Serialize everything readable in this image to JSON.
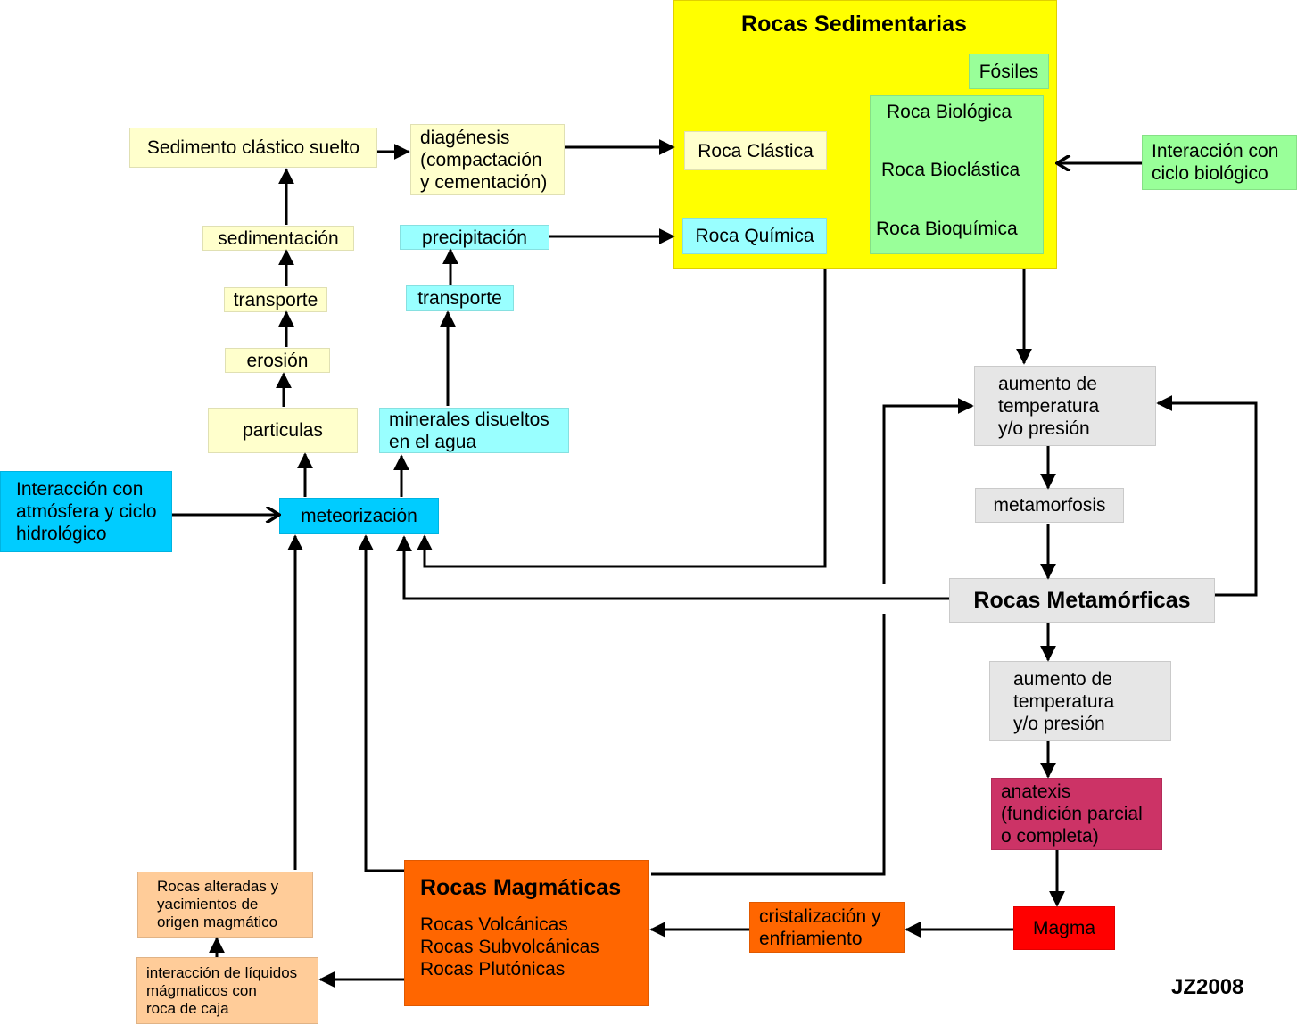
{
  "sedimentary": {
    "title": "Rocas Sedimentarias",
    "fossils": "Fósiles",
    "clastic": "Roca Clástica",
    "chemical": "Roca Química",
    "biological": "Roca Biológica",
    "bioclastic": "Roca Bioclástica",
    "biochemical": "Roca Bioquímica"
  },
  "bio_interaction": [
    "Interacción con",
    "ciclo biológico"
  ],
  "clastic_path": {
    "loose_sediment": "Sedimento clástico suelto",
    "diagenesis": [
      "diagénesis",
      "(compactación",
      "y cementación)"
    ],
    "sedimentation": "sedimentación",
    "transport": "transporte",
    "erosion": "erosión",
    "particles": "particulas"
  },
  "chemical_path": {
    "precipitation": "precipitación",
    "transport": "transporte",
    "dissolved": [
      "minerales disueltos",
      "en el agua"
    ]
  },
  "weathering": "meteorización",
  "atmosphere_interaction": [
    "Interacción con",
    "atmósfera y ciclo",
    "hidrológico"
  ],
  "metamorphic": {
    "pt1": [
      "aumento de",
      "temperatura",
      "y/o presión"
    ],
    "metamorphism": "metamorfosis",
    "title": "Rocas Metamórficas",
    "pt2": [
      "aumento de",
      "temperatura",
      "y/o presión"
    ],
    "anatexis": [
      "anatexis",
      "(fundición parcial",
      "o completa)"
    ]
  },
  "magma": "Magma",
  "crystallization": [
    "cristalización y",
    "enfriamiento"
  ],
  "magmatic": {
    "title": "Rocas Magmáticas",
    "types": [
      "Rocas Volcánicas",
      "Rocas Subvolcánicas",
      "Rocas Plutónicas"
    ]
  },
  "altered": [
    "Rocas alteradas y",
    "yacimientos de",
    "origen magmático"
  ],
  "fluid_interaction": [
    "interacción de líquidos",
    "mágmaticos con",
    "roca de caja"
  ],
  "signature": "JZ2008",
  "colors": {
    "sedimentary": "#ffff00",
    "biological": "#99ff99",
    "chemical": "#99ffff",
    "clastic": "#ffffcc",
    "weathering": "#00ccff",
    "metamorphic": "#e6e6e6",
    "anatexis": "#cc3366",
    "magma": "#ff0000",
    "magmatic": "#ff6600",
    "alteration": "#ffcc99"
  }
}
